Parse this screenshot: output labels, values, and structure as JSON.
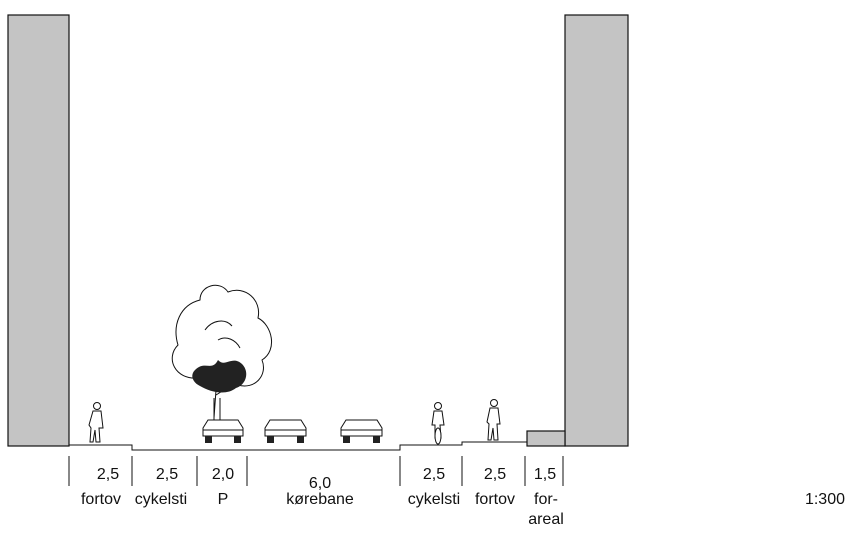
{
  "scale": "1:300",
  "segments": [
    {
      "width": "2,5",
      "name": "fortov"
    },
    {
      "width": "2,5",
      "name": "cykelsti"
    },
    {
      "width": "2,0",
      "name": "P"
    },
    {
      "width": "6,0",
      "name": "kørebane"
    },
    {
      "width": "2,5",
      "name": "cykelsti"
    },
    {
      "width": "2,5",
      "name": "fortov"
    },
    {
      "width": "1,5",
      "name": "for-",
      "name2": "areal"
    }
  ],
  "colors": {
    "building": "#c4c4c4",
    "line": "#111111"
  }
}
